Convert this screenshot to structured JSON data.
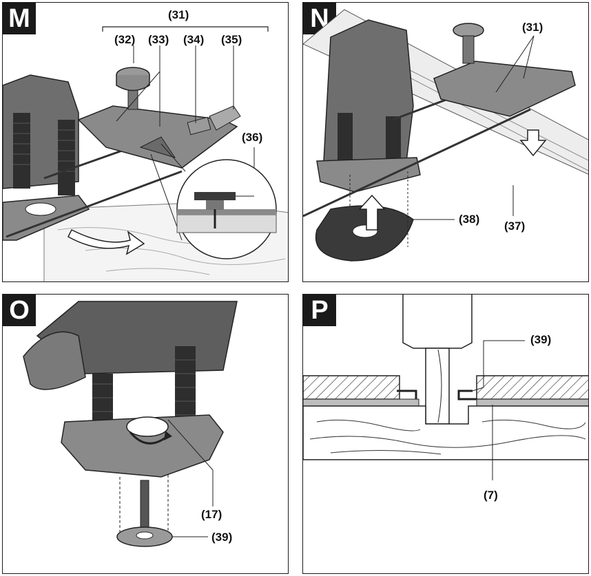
{
  "panels": [
    {
      "letter": "M",
      "callouts": [
        "(31)",
        "(32)",
        "(33)",
        "(34)",
        "(35)",
        "(36)"
      ]
    },
    {
      "letter": "N",
      "callouts": [
        "(31)",
        "(38)",
        "(37)"
      ]
    },
    {
      "letter": "O",
      "callouts": [
        "(17)",
        "(39)"
      ]
    },
    {
      "letter": "P",
      "callouts": [
        "(39)",
        "(7)"
      ]
    }
  ],
  "colors": {
    "tool_gray": "#6e6e6e",
    "tool_dark": "#3a3a3a",
    "frame": "#1a1a1a",
    "wood_line": "#9a9a9a"
  }
}
